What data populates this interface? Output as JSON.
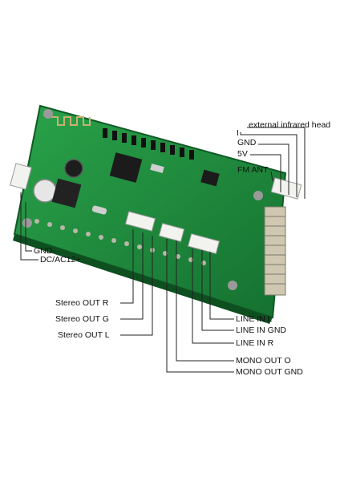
{
  "diagram": {
    "labels": {
      "external_infrared_head": "external infrared head",
      "ir_pin": "I",
      "gnd_top": "GND",
      "v5": "5V",
      "fm_ant": "FM ANT",
      "gnd_minus": "GND-",
      "dc_ac12": "DC/AC12+",
      "stereo_out_r": "Stereo OUT R",
      "stereo_out_g": "Stereo OUT G",
      "stereo_out_l": "Stereo OUT L",
      "line_in_l": "LINE IN L",
      "line_in_gnd": "LINE IN GND",
      "line_in_r": "LINE IN R",
      "mono_out_o": "MONO OUT O",
      "mono_out_gnd": "MONO OUT GND"
    },
    "colors": {
      "pcb": "#1f8a3c",
      "pcb_dark": "#146b2c",
      "leader": "#222222",
      "connector": "#f2f2ef"
    }
  }
}
